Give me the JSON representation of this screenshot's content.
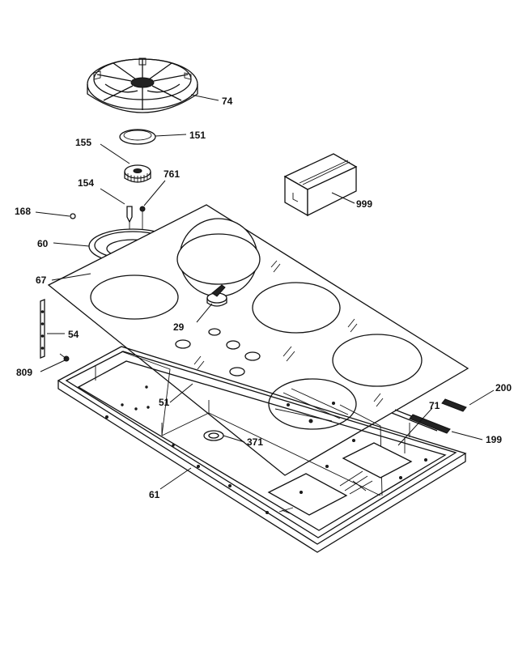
{
  "diagram": {
    "part_labels": {
      "p74": "74",
      "p151": "151",
      "p155": "155",
      "p154": "154",
      "p761": "761",
      "p168": "168",
      "p60": "60",
      "p67": "67",
      "p54": "54",
      "p29": "29",
      "p809": "809",
      "p51": "51",
      "p371": "371",
      "p61": "61",
      "p71": "71",
      "p200": "200",
      "p199": "199",
      "p999": "999"
    }
  }
}
